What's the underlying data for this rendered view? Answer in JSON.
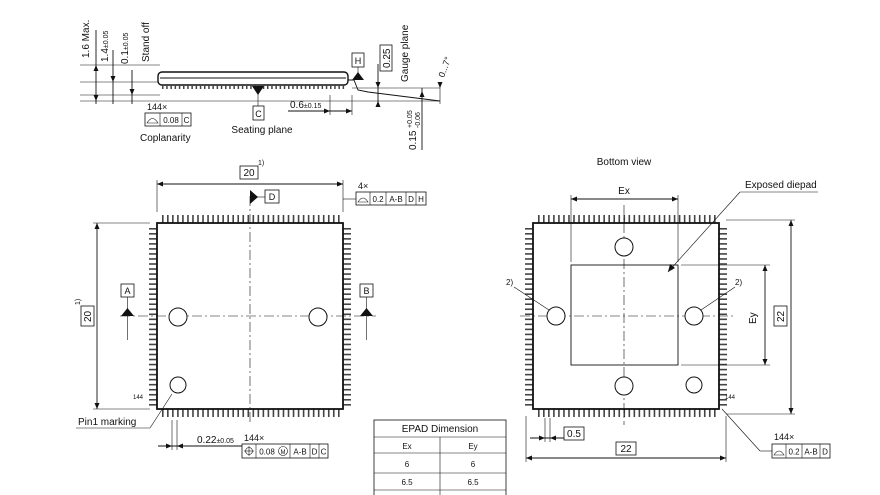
{
  "side_view": {
    "max_height": "1.6 Max.",
    "body_height": "1.4",
    "body_height_tol": "±0.05",
    "standoff": "0.1",
    "standoff_tol": "±0.05",
    "standoff_label": "Stand off",
    "gauge_value": "0.25",
    "gauge_label": "Gauge plane",
    "datum_h": "H",
    "datum_c": "C",
    "seating_plane": "Seating plane",
    "lead_length": "0.6",
    "lead_length_tol": "±0.15",
    "lead_thickness": "0.15",
    "lead_thickness_tol_plus": "+0.05",
    "lead_thickness_tol_minus": "-0.06",
    "angle": "0...7°",
    "coplanarity_count": "144×",
    "coplanarity_value": "0.08",
    "coplanarity_datum": "C",
    "coplanarity_label": "Coplanarity"
  },
  "top_view": {
    "width": "20",
    "width_note": "1)",
    "height": "20",
    "height_note": "1)",
    "datum_a": "A",
    "datum_b": "B",
    "datum_d": "D",
    "profile_count": "4×",
    "profile_value": "0.2",
    "profile_datums": [
      "A-B",
      "D",
      "H"
    ],
    "pin_number": "144",
    "pin1_label": "Pin1 marking",
    "lead_width": "0.22",
    "lead_width_tol": "±0.05",
    "position_count": "144×",
    "position_value": "0.08",
    "position_modifier": "M",
    "position_datums": [
      "A-B",
      "D",
      "C"
    ]
  },
  "bottom_view": {
    "title": "Bottom view",
    "ex": "Ex",
    "ey": "Ey",
    "exposed_diepad": "Exposed diepad",
    "note2_left": "2)",
    "note2_right": "2)",
    "pitch": "0.5",
    "span_x": "22",
    "span_y": "22",
    "pin_number": "144",
    "profile_count": "144×",
    "profile_value": "0.2",
    "profile_datums": [
      "A-B",
      "D"
    ]
  },
  "epad_table": {
    "title": "EPAD Dimension",
    "headers": [
      "Ex",
      "Ey"
    ],
    "rows": [
      [
        "6",
        "6"
      ],
      [
        "6.5",
        "6.5"
      ],
      [
        "",
        ""
      ]
    ]
  }
}
